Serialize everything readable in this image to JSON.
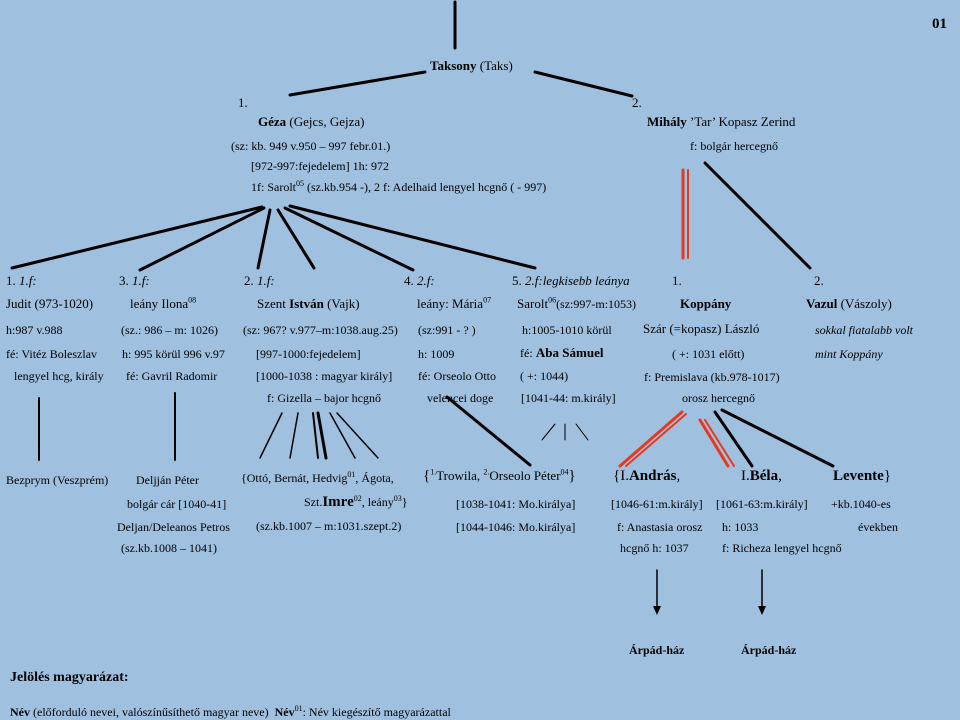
{
  "page_number": "01",
  "root": {
    "name": "Taksony",
    "alt": "(Taks)"
  },
  "geza": {
    "index": "1.",
    "name": "Géza",
    "alt": "(Gejcs, Gejza)",
    "dates": "(sz: kb. 949 v.950 – 997 febr.01.)",
    "reign": "[972-997:fejedelem] 1h: 972",
    "w1_prefix": "1f: Sarolt",
    "w1_sup": "05",
    "w1_note": "(sz.kb.954 -),",
    "w2": "2 f: Adelhaid",
    "w2_note": "lengyel hcgnő  ( - 997)"
  },
  "mihaly": {
    "index": "2.",
    "name": "Mihály",
    "alt": "’Tar’ Kopasz Zerind",
    "wife": "f: bolgár hercegnő"
  },
  "judit": {
    "index": "1.",
    "mother": "1.f:",
    "name": "Judit (973-1020)",
    "line1": "h:987 v.988",
    "line2": "fé: Vitéz Boleszlav",
    "line3": "lengyel hcg, király"
  },
  "ilona": {
    "index": "3.",
    "mother": "1.f:",
    "name": "leány Ilona",
    "sup": "08",
    "line1": "(sz.: 986 – m: 1026)",
    "line2": "h: 995 körül 996 v.97",
    "line3": "fé: Gavril Radomir"
  },
  "istvan": {
    "index": "2.",
    "mother": "1.f:",
    "prefix": "Szent",
    "name": "István",
    "alt": "(Vajk)",
    "line1": "(sz: 967? v.977–m:1038.aug.25)",
    "line2": "[997-1000:fejedelem]",
    "line3": "[1000-1038 : magyar király]",
    "line4": "f: Gizella – bajor hcgnő"
  },
  "maria": {
    "index": "4.",
    "mother": "2.f:",
    "name": "leány: Mária",
    "sup": "07",
    "line1": "(sz:991 -  ? )",
    "line2": "h: 1009",
    "line3": "fé: Orseolo Otto",
    "line4": "velencei doge"
  },
  "sarolt": {
    "index": "5.",
    "mother": "2.f:legkisebb leánya",
    "name": "Sarolt",
    "sup": "06",
    "dates": "(sz:997-m:1053)",
    "line1": "h:1005-1010 körül",
    "spouse_prefix": "fé:",
    "spouse": "Aba Sámuel",
    "line2": "(              +: 1044)",
    "line3": "[1041-44: m.király]"
  },
  "koppany": {
    "index": "1.",
    "name": "Koppány",
    "line1": "Szár (=kopasz) László",
    "line2": "(        +: 1031 előtt)",
    "line3": "f: Premislava (kb.978-1017)",
    "line4": "orosz hercegnő"
  },
  "vazul": {
    "index": "2.",
    "name": "Vazul",
    "alt": "(Vászoly)",
    "line1": "sokkal fiatalabb volt",
    "line2": "mint Koppány"
  },
  "bezprym": {
    "text": "Bezprym (Veszprém)"
  },
  "deljan": {
    "line1": "Deljján Péter",
    "line2": "bolgár cár [1040-41]",
    "line3": "Deljan/Deleanos Petros",
    "line4": "(sz.kb.1008 – 1041)"
  },
  "istvan_children": {
    "line1a": "{Ottó, Bernát, Hedvig",
    "line1sup": "01",
    "line1b": ", Ágota,",
    "line2a": "Szt.",
    "line2b": "Imre",
    "line2sup": "02",
    "line2c": ", leány",
    "line2sup2": "03",
    "line2d": "}",
    "line3": "(sz.kb.1007 – m:1031.szept.2)"
  },
  "peter": {
    "open": "{",
    "sup1": "1.",
    "name1": "Trowila,",
    "sup2": "2.",
    "name2": "Orseolo Péter",
    "sup3": "04",
    "close": "}",
    "line1": "[1038-1041: Mo.királya]",
    "line2": "[1044-1046: Mo.királya]"
  },
  "andras": {
    "prefix": "{I.",
    "name": "András",
    "suffix": ",",
    "line1": "[1046-61:m.király]",
    "line2": "f: Anastasia orosz",
    "line3": "hcgnő h: 1037"
  },
  "bela": {
    "prefix": "I.",
    "name": "Béla",
    "suffix": ",",
    "line1": "[1061-63:m.király]",
    "line2": "h: 1033",
    "line3": "f: Richeza lengyel hcgnő"
  },
  "levente": {
    "name": "Levente",
    "suffix": "}",
    "line1": "+kb.1040-es",
    "line2": "években"
  },
  "arpad1": "Árpád-ház",
  "arpad2": "Árpád-ház",
  "legend": {
    "title": "Jelölés magyarázat:",
    "name_label": "Név",
    "name_desc": "(előforduló nevei, valószínűsíthető magyar neve)",
    "sup_label": "Név",
    "sup_num": "01",
    "sup_desc": ": Név kiegészítő magyarázattal"
  },
  "colors": {
    "background": "#9fc1df",
    "line": "#000000",
    "highlight": "#e53a1e"
  }
}
